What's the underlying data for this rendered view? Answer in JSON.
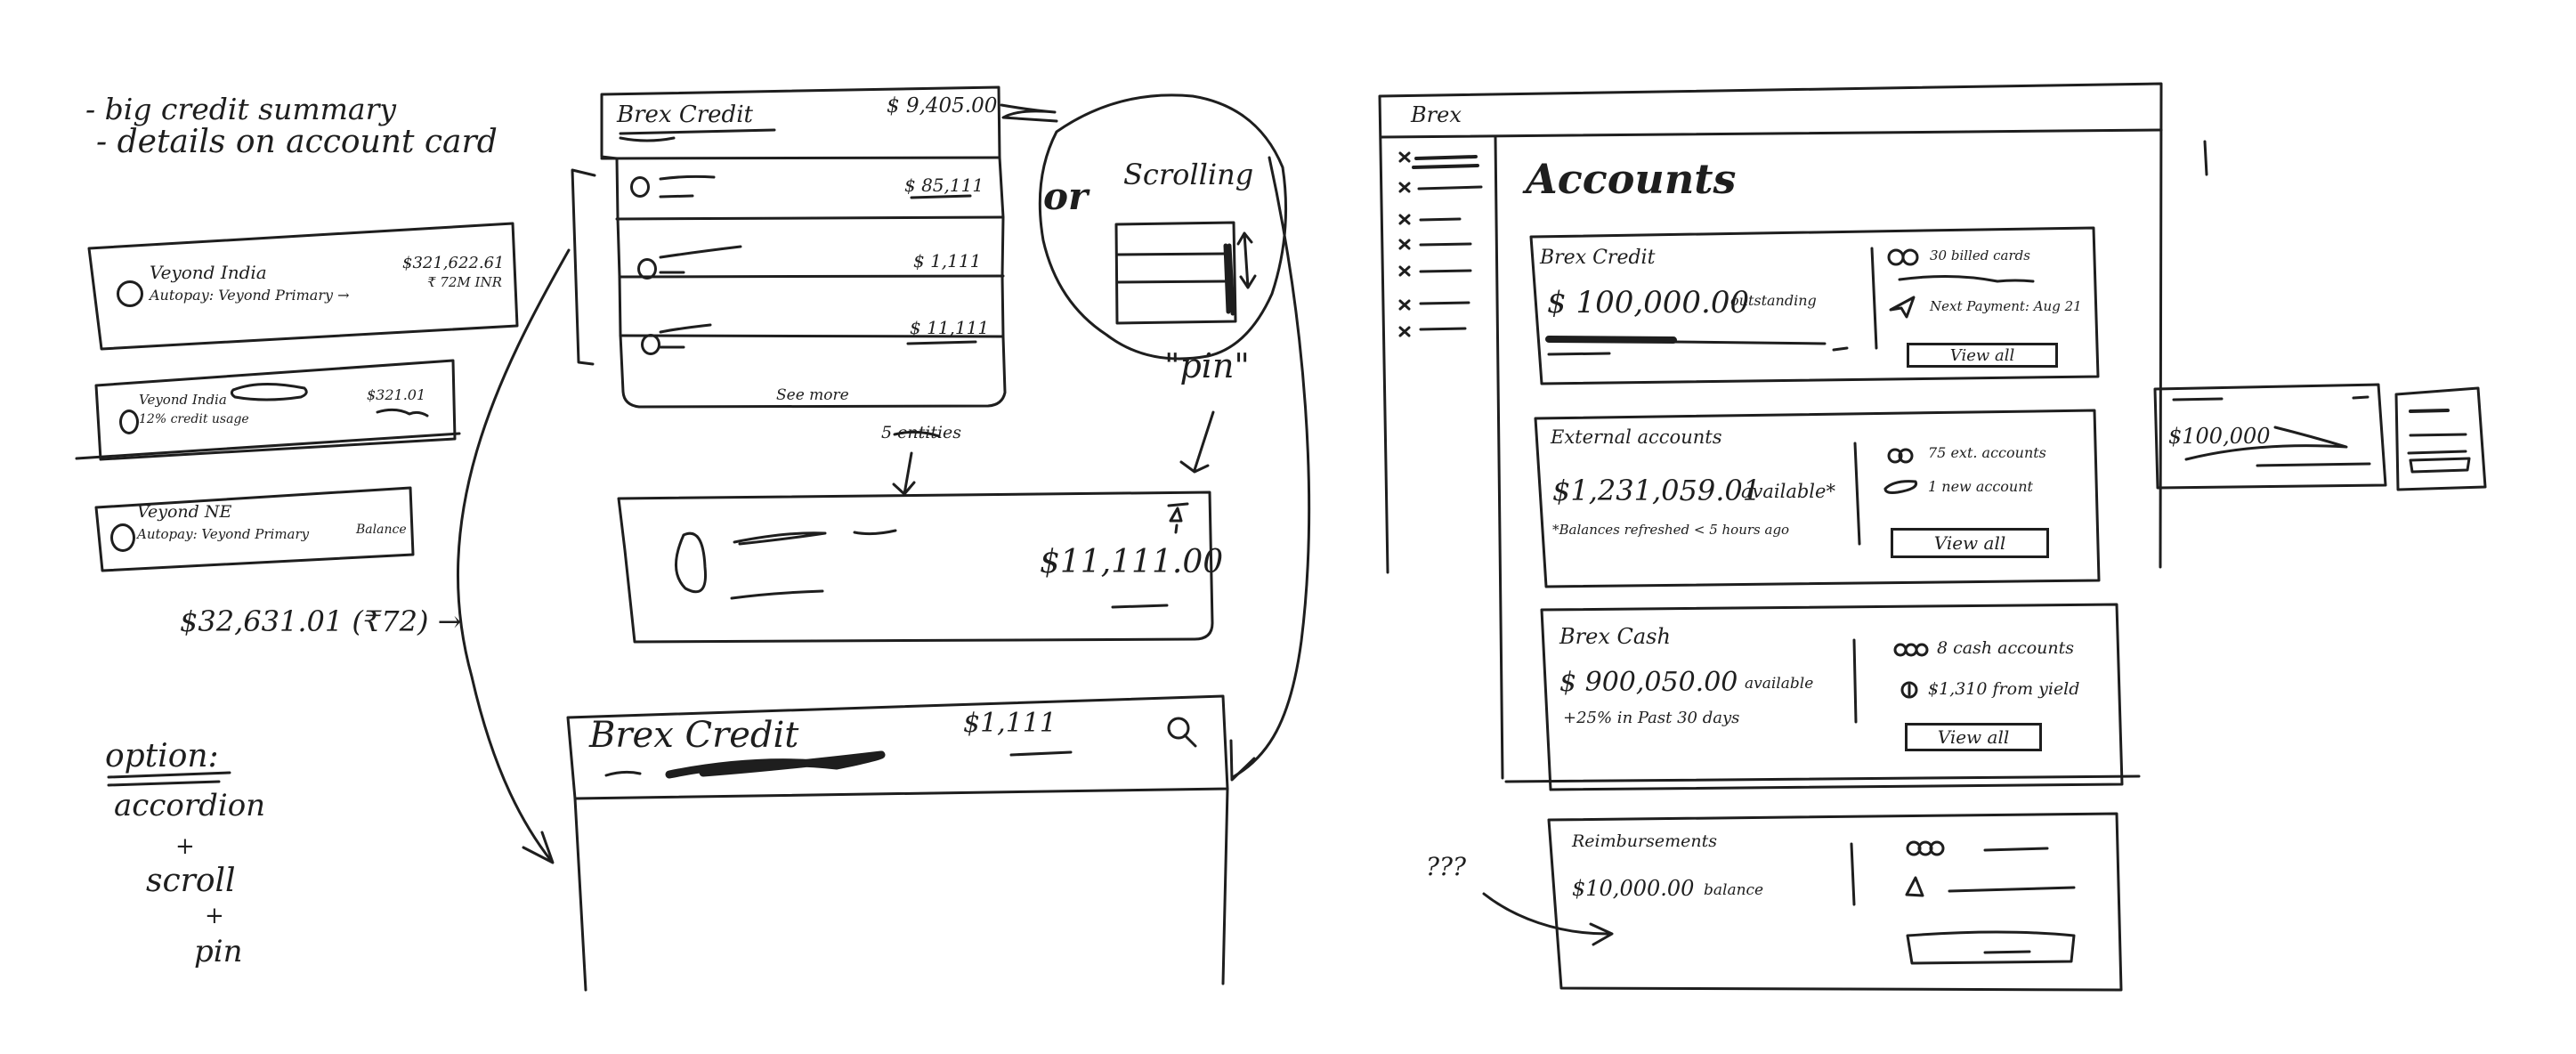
{
  "notes": {
    "line1": "- big credit summary",
    "line2": "- details on account card",
    "option_title": "option:",
    "option_accordion": "accordion",
    "plus1": "+",
    "option_scroll": "scroll",
    "plus2": "+",
    "option_pin": "pin"
  },
  "mini_cards": [
    {
      "name": "Veyond India",
      "sub": "Autopay: Veyond Primary →",
      "amount": "$321,622.61",
      "amount_sub": "₹ 72M INR"
    },
    {
      "name": "Veyond India",
      "sub": "12% credit usage",
      "amount": "$321.01",
      "amount_sub": ""
    },
    {
      "name": "Veyond NE",
      "sub": "Autopay: Veyond Primary",
      "amount": "",
      "amount_sub": "Balance"
    }
  ],
  "left_total": "$32,631.01 (₹72) →",
  "accordion": {
    "title": "Brex Credit",
    "amount": "$ 9,405.00",
    "rows": [
      "$ 85,111",
      "$ 1,111",
      "$ 11,111"
    ],
    "see_more": "See more",
    "entities_note": "5 entities"
  },
  "or_label": "or",
  "scrolling_label": "Scrolling",
  "pin_label": "\"pin\"",
  "pinned_card": {
    "amount": "$11,111.00"
  },
  "brex_header": {
    "title": "Brex Credit",
    "amount": "$1,111"
  },
  "app": {
    "brand": "Brex",
    "page_title": "Accounts",
    "sections": [
      {
        "title": "Brex Credit",
        "amount": "$ 100,000.00",
        "amount_note": "outstanding",
        "sub": "",
        "details": [
          "30 billed cards",
          "Next Payment: Aug 21"
        ],
        "view_all": "View all"
      },
      {
        "title": "External accounts",
        "amount": "$1,231,059.01",
        "amount_note": "available*",
        "sub": "*Balances refreshed < 5 hours ago",
        "details": [
          "75 ext. accounts",
          "1 new account"
        ],
        "view_all": "View all"
      },
      {
        "title": "Brex Cash",
        "amount": "$ 900,050.00",
        "amount_note": "available",
        "sub": "+25% in Past 30 days",
        "details": [
          "8 cash accounts",
          "$1,310 from yield"
        ],
        "view_all": "View all"
      },
      {
        "title": "Reimbursements",
        "amount": "$10,000.00",
        "amount_note": "balance",
        "sub": "",
        "details": [],
        "view_all": ""
      }
    ]
  },
  "question_note": "???",
  "small_card": {
    "amount": "$100,000"
  }
}
